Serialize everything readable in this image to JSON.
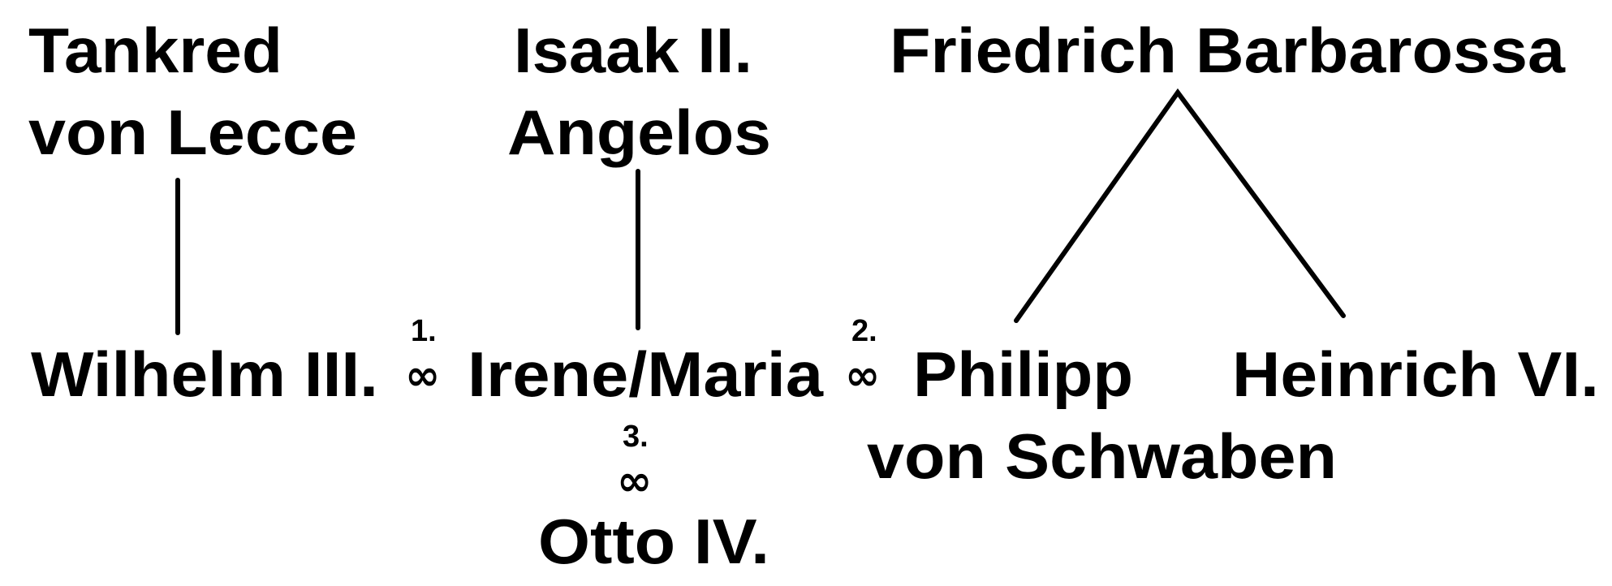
{
  "persons": {
    "tankred": [
      "Tankred",
      "von Lecce"
    ],
    "isaak": [
      "Isaak II.",
      "Angelos"
    ],
    "friedrich": "Friedrich Barbarossa",
    "wilhelm": "Wilhelm III.",
    "irene": "Irene/Maria",
    "philipp": [
      "Philipp",
      "von Schwaben"
    ],
    "heinrich": "Heinrich VI.",
    "otto": "Otto IV."
  },
  "marriages": {
    "first": {
      "order": "1.",
      "symbol": "∞"
    },
    "second": {
      "order": "2.",
      "symbol": "∞"
    },
    "third": {
      "order": "3.",
      "symbol": "∞"
    }
  }
}
